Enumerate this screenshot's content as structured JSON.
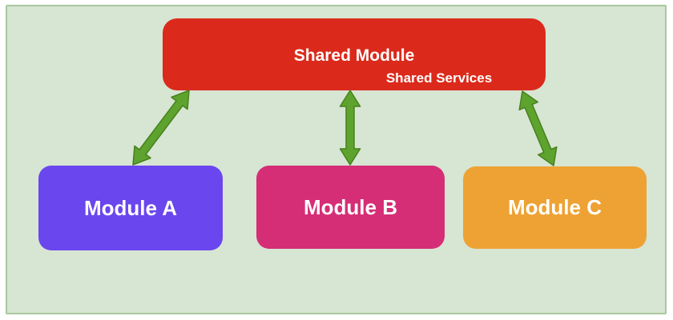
{
  "diagram": {
    "type": "flowchart",
    "canvas": {
      "background": "#d7e5d3",
      "border_color": "#a9c89e",
      "outer_background": "#ffffff"
    },
    "nodes": {
      "shared": {
        "title": "Shared Module",
        "inner_node": "Shared Services",
        "fill": "#db2a1b",
        "text_color": "#ffffff"
      },
      "module_a": {
        "label": "Module A",
        "fill": "#6a46ee",
        "text_color": "#ffffff"
      },
      "module_b": {
        "label": "Module B",
        "fill": "#d52e76",
        "text_color": "#ffffff"
      },
      "module_c": {
        "label": "Module C",
        "fill": "#eea233",
        "text_color": "#ffffff"
      }
    },
    "edges": {
      "style": {
        "fill": "#5da32e",
        "stroke": "#47821d"
      },
      "list": [
        {
          "from": "Shared Module",
          "to": "Module A",
          "direction": "bidirectional"
        },
        {
          "from": "Shared Module",
          "to": "Module B",
          "direction": "bidirectional"
        },
        {
          "from": "Shared Module",
          "to": "Module C",
          "direction": "bidirectional"
        }
      ]
    }
  }
}
